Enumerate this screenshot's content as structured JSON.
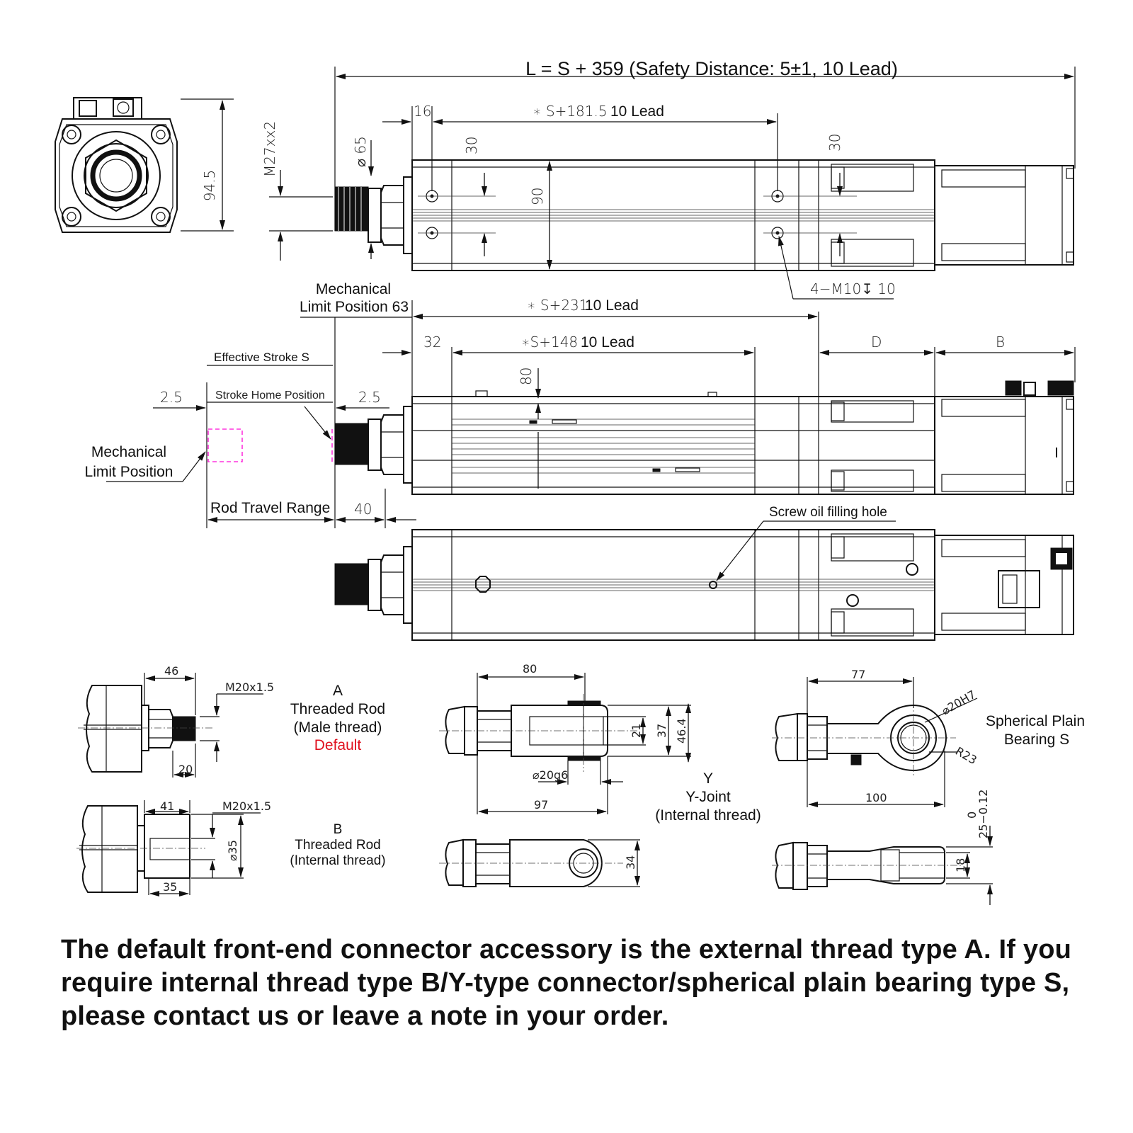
{
  "title": "L = S + 359 (Safety Distance: 5±1, 10 Lead)",
  "dims": {
    "top_16": "16",
    "s181": "∗ S+181.5",
    "lead1": "10 Lead",
    "d30a": "30",
    "d30b": "30",
    "d65": "⌀ 65",
    "m27": "M27xx2",
    "d90": "90",
    "h945": "94.5",
    "m10": "4−M10↧ 10",
    "s231": "∗ S+231",
    "lead2": "10 Lead",
    "d32": "32",
    "s148": "∗S+148",
    "lead3": "10 Lead",
    "d80": "80",
    "dD": "D",
    "dB": "B",
    "d25a": "2.5",
    "d25b": "2.5",
    "d40": "40"
  },
  "labels": {
    "mech_limit_63_l1": "Mechanical",
    "mech_limit_63_l2": "Limit Position 63",
    "effective_stroke": "Effective Stroke S",
    "stroke_home": "Stroke Home Position",
    "mech_limit_l1": "Mechanical",
    "mech_limit_l2": "Limit Position",
    "rod_travel": "Rod Travel Range",
    "oil_hole": "Screw oil filling hole"
  },
  "accessories": {
    "a": {
      "letter": "A",
      "name": "Threaded Rod",
      "sub": "(Male thread)",
      "note": "Default",
      "len": "46",
      "thread": "M20x1.5",
      "tip": "20"
    },
    "b": {
      "letter": "B",
      "name": "Threaded Rod",
      "sub": "(Internal thread)",
      "len": "41",
      "thread": "M20x1.5",
      "dia": "⌀35",
      "depth": "35"
    },
    "y": {
      "letter": "Y",
      "name": "Y-Joint",
      "sub": "(Internal thread)",
      "w80": "80",
      "d21": "21",
      "d37": "37",
      "d464": "46.4",
      "pin": "⌀20g6",
      "w97": "97",
      "d34": "34"
    },
    "s": {
      "name_l1": "Spherical Plain",
      "name_l2": "Bearing S",
      "w77": "77",
      "bore": "⌀20H7",
      "r23": "R23",
      "w100": "100",
      "tol": "25−0.12",
      "tol0": "0",
      "d18": "18"
    }
  },
  "footnote": "The default front-end connector accessory is the external thread type A. If you require internal thread type B/Y-type connector/spherical plain bearing type S, please contact us or leave a note in your order.",
  "colors": {
    "line": "#111111",
    "highlight": "#e0101e",
    "stroke_marker": "#ff33dd"
  }
}
